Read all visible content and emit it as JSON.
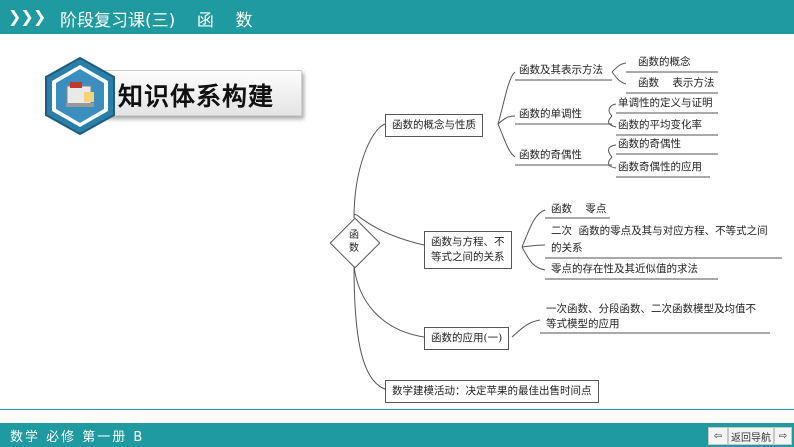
{
  "header": {
    "arrows": "❯❯❯",
    "title": "阶段复习课(三)    函    数"
  },
  "section": {
    "title": "知识体系构建"
  },
  "mindmap": {
    "root": "函数",
    "branches": [
      {
        "label": "函数的概念与性质",
        "children": [
          {
            "label": "函数及其表示方法",
            "children": [
              "函数的概念",
              "函数    表示方法"
            ]
          },
          {
            "label": "函数的单调性",
            "children": [
              "单调性的定义与证明",
              "函数的平均变化率"
            ]
          },
          {
            "label": "函数的奇偶性",
            "children": [
              "函数的奇偶性",
              "函数奇偶性的应用"
            ]
          }
        ]
      },
      {
        "label_line1": "函数与方程、不",
        "label_line2": "等式之间的关系",
        "children": [
          "函数    零点",
          "二次  函数的零点及其与对应方程、不等式之间",
          "的关系",
          "零点的存在性及其近似值的求法"
        ]
      },
      {
        "label": "函数的应用(一)",
        "children": [
          "一次函数、分段函数、二次函数模型及均值不",
          "等式模型的应用"
        ]
      },
      {
        "label": "数学建模活动：决定苹果的最佳出售时间点"
      }
    ]
  },
  "footer": {
    "book": "数学    必修    第一册    B",
    "back_label": "返回导航"
  },
  "colors": {
    "accent": "#1f9aa1"
  }
}
